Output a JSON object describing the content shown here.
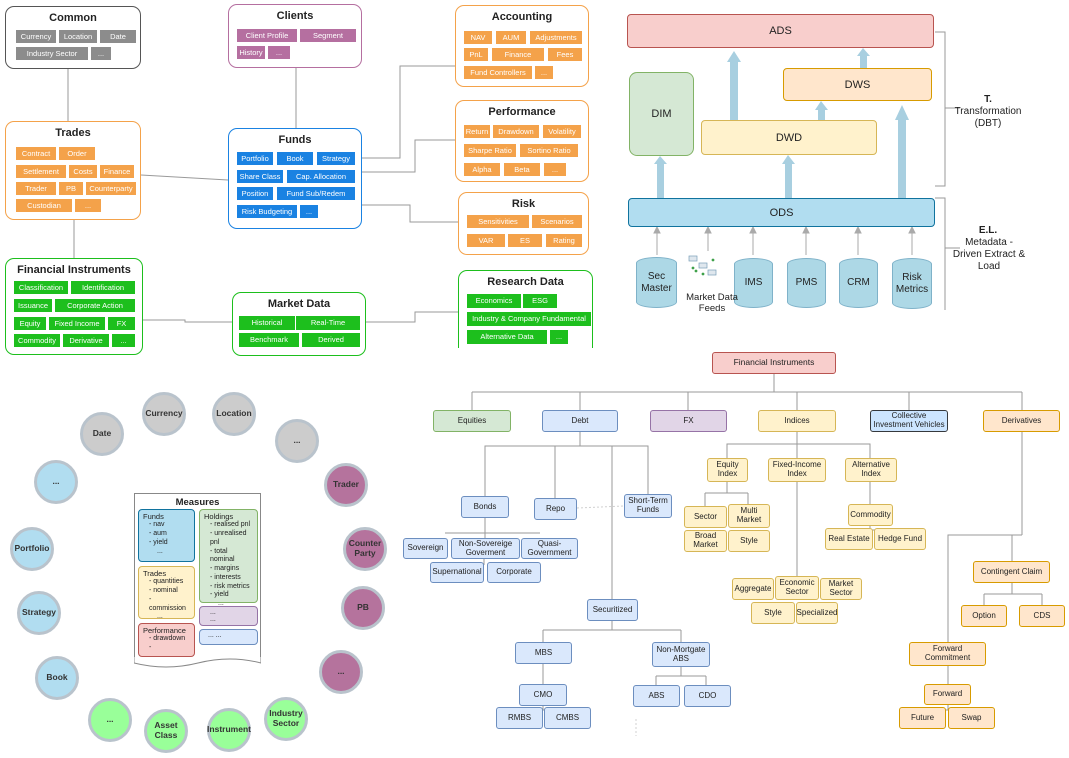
{
  "domains": {
    "common": {
      "title": "Common",
      "items": [
        "Currency",
        "Location",
        "Date",
        "Industry Sector",
        "..."
      ]
    },
    "clients": {
      "title": "Clients",
      "items": [
        "Client Profile",
        "Segment",
        "History",
        "..."
      ]
    },
    "accounting": {
      "title": "Accounting",
      "items": [
        "NAV",
        "AUM",
        "Adjustments",
        "PnL",
        "Finance",
        "Fees",
        "Fund Controllers",
        "..."
      ]
    },
    "trades": {
      "title": "Trades",
      "items": [
        "Contract",
        "Order",
        "Settlement",
        "Costs",
        "Finance",
        "Trader",
        "PB",
        "Counterparty",
        "Custodian",
        "..."
      ]
    },
    "funds": {
      "title": "Funds",
      "items": [
        "Portfolio",
        "Book",
        "Strategy",
        "Share Class",
        "Cap. Allocation",
        "Position",
        "Fund Sub/Redem",
        "Risk Budgeting",
        "..."
      ]
    },
    "performance": {
      "title": "Performance",
      "items": [
        "Return",
        "Drawdown",
        "Volatility",
        "Sharpe Ratio",
        "Sortino Ratio",
        "Alpha",
        "Beta",
        "..."
      ]
    },
    "risk": {
      "title": "Risk",
      "items": [
        "Sensitivities",
        "Scenarios",
        "VAR",
        "ES",
        "Rating"
      ]
    },
    "financial_instruments": {
      "title": "Financial Instruments",
      "items": [
        "Classification",
        "Identification",
        "Issuance",
        "Corporate Action",
        "Equity",
        "Fixed Income",
        "FX",
        "Commodity",
        "Derivative",
        "..."
      ]
    },
    "market_data": {
      "title": "Market Data",
      "items": [
        "Historical",
        "Real-Time",
        "Benchmark",
        "Derived"
      ]
    },
    "research_data": {
      "title": "Research Data",
      "items": [
        "Economics",
        "ESG",
        "Industry & Company Fundamental",
        "Alternative Data",
        "..."
      ]
    }
  },
  "architecture": {
    "ads": "ADS",
    "dim": "DIM",
    "dws": "DWS",
    "dwd": "DWD",
    "ods": "ODS",
    "sources": [
      "Sec Master",
      "IMS",
      "PMS",
      "CRM",
      "Risk Metrics"
    ],
    "market_feeds": "Market Data Feeds",
    "t_head": "T.",
    "t_text": "Transformation (DBT)",
    "el_head": "E.L.",
    "el_text": "Metadata -Driven Extract & Load"
  },
  "star_schema": {
    "circles": [
      "Date",
      "Currency",
      "Location",
      "...",
      "...",
      "Portfolio",
      "Strategy",
      "Book",
      "...",
      "Asset Class",
      "Instrument",
      "Industry Sector",
      "Trader",
      "Counter Party",
      "PB",
      "..."
    ],
    "measures_title": "Measures",
    "funds": {
      "title": "Funds",
      "items": [
        "- nav",
        "- aum",
        "- yield",
        "..."
      ]
    },
    "holdings": {
      "title": "Holdings",
      "items": [
        "- realised pnl",
        "- unrealised pnl",
        "- total nominal",
        "- margins",
        "- interests",
        "- risk metrics",
        "- yield",
        "..."
      ]
    },
    "trades": {
      "title": "Trades",
      "items": [
        "- quantities",
        "- nominal",
        "- commission",
        "..."
      ]
    },
    "performance": {
      "title": "Performance",
      "items": [
        "- drawdown",
        "-"
      ]
    },
    "extra1": [
      "...",
      "..."
    ],
    "extra2": "... ..."
  },
  "taxonomy": {
    "root": "Financial Instruments",
    "equities": "Equities",
    "debt": "Debt",
    "fx": "FX",
    "indices": "Indices",
    "civ": "Collective Investment Vehicles",
    "derivatives": "Derivatives",
    "bonds": "Bonds",
    "repo": "Repo",
    "stf": "Short-Term Funds",
    "sovereign": "Sovereign",
    "non_sovereign": "Non-Sovereige Goverment",
    "quasi": "Quasi-Government",
    "supernational": "Supernational",
    "corporate": "Corporate",
    "securitized": "Securitized",
    "mbs": "MBS",
    "non_mortgage": "Non-Mortgate ABS",
    "cmo": "CMO",
    "rmbs": "RMBS",
    "cmbs": "CMBS",
    "abs": "ABS",
    "cdo": "CDO",
    "equity_index": "Equity Index",
    "fi_index": "Fixed-Income Index",
    "alt_index": "Alternative Index",
    "sector": "Sector",
    "multi_market": "Multi Market",
    "broad_market": "Broad Market",
    "style": "Style",
    "commodity": "Commodity",
    "real_estate": "Real Estate",
    "hedge_fund": "Hedge Fund",
    "aggregate": "Aggregate",
    "economic_sector": "Economic Sector",
    "market_sector": "Market Sector",
    "style2": "Style",
    "specialized": "Specialized",
    "contingent": "Contingent Claim",
    "option": "Option",
    "cds": "CDS",
    "fwd_commitment": "Forward Commitment",
    "forward": "Forward",
    "future": "Future",
    "swap": "Swap"
  }
}
